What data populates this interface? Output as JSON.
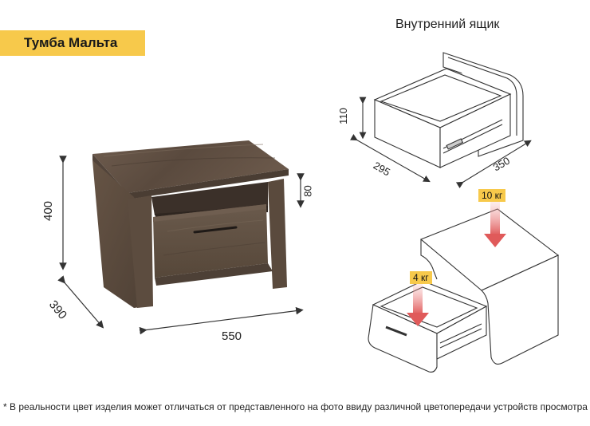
{
  "title": "Тумба Мальта",
  "drawer_caption": "Внутренний ящик",
  "dimensions": {
    "height": "400",
    "depth": "390",
    "width": "550",
    "top_gap": "80",
    "drawer_height": "110",
    "drawer_width": "295",
    "drawer_depth": "350"
  },
  "loads": {
    "top": "10 кг",
    "drawer": "4 кг"
  },
  "footnote": "* В реальности цвет изделия может отличаться от представленного на фото ввиду различной цветопередачи устройств просмотра",
  "colors": {
    "title_background": "#f7c94b",
    "wood": "#5e4f43",
    "load_arrow": "#e05a5a"
  }
}
